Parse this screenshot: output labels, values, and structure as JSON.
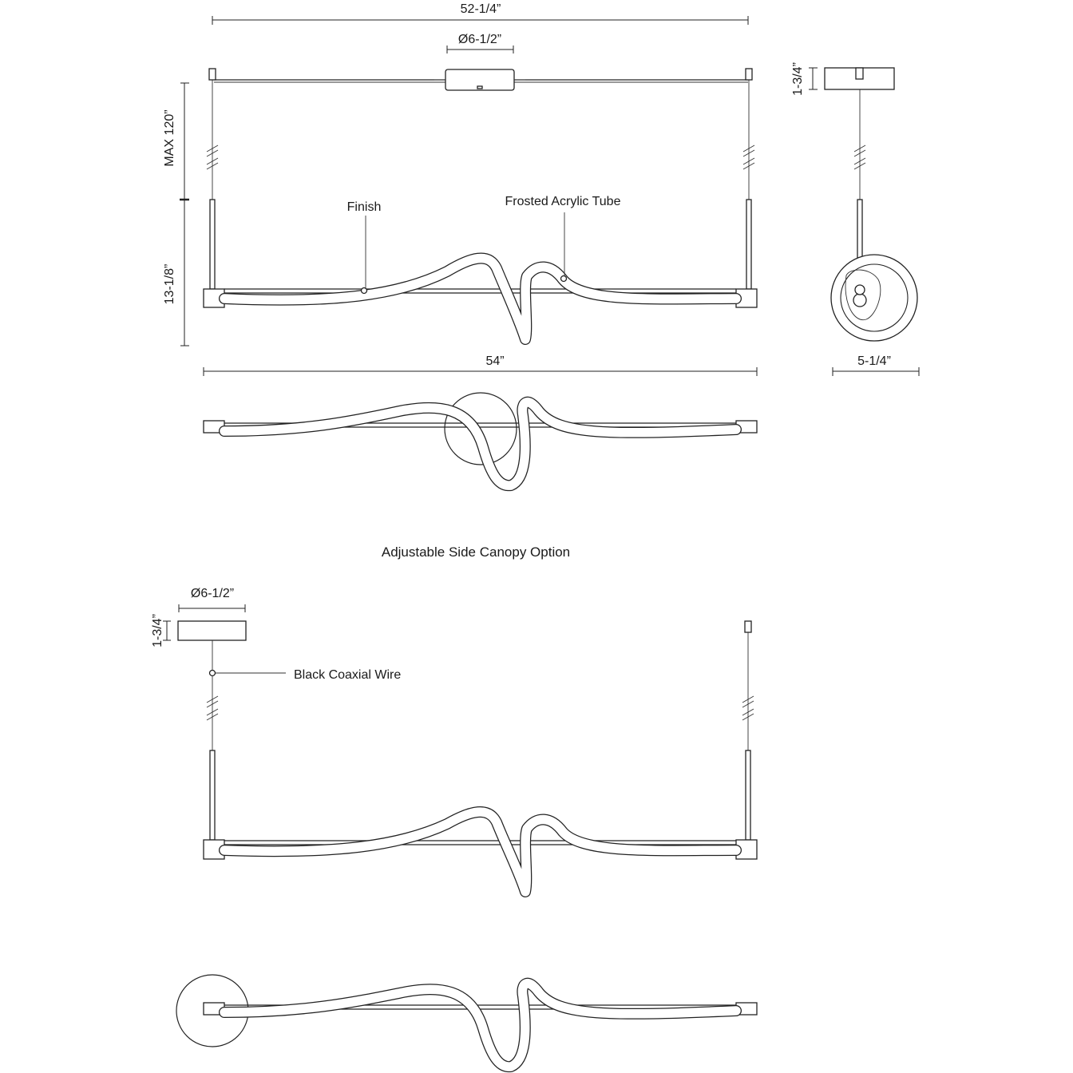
{
  "labels": {
    "overall_width_top": "52-1/4”",
    "canopy_diameter_top": "Ø6-1/2”",
    "max_drop": "MAX 120”",
    "fixture_height": "13-1/8”",
    "fixture_length": "54”",
    "finish": "Finish",
    "frosted_tube": "Frosted Acrylic Tube",
    "canopy_height_side": "1-3/4”",
    "fixture_depth": "5-1/4”",
    "section_title": "Adjustable Side Canopy Option",
    "canopy_diameter_bottom": "Ø6-1/2”",
    "canopy_height_bottom": "1-3/4”",
    "coaxial_wire": "Black Coaxial Wire"
  }
}
